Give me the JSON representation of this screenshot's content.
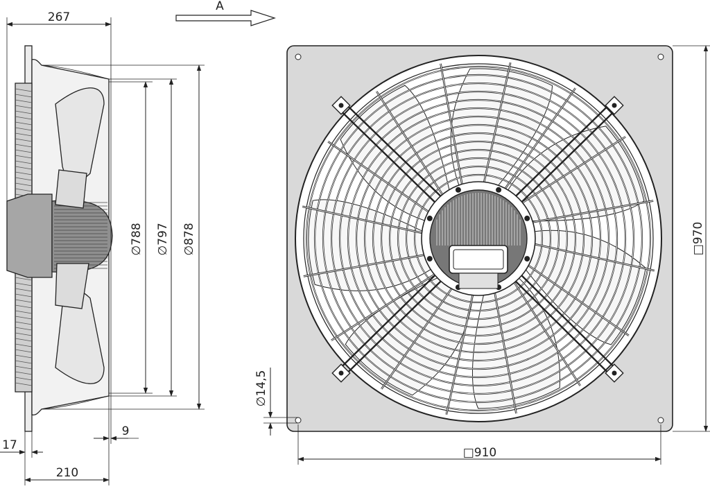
{
  "colors": {
    "line": "#222222",
    "panel_fill": "#d9d9d9",
    "blade_fill": "#ffffff",
    "motor_fill": "#8a8a8a"
  },
  "view_arrow": {
    "label": "A"
  },
  "side_view": {
    "dimensions": {
      "overall_depth": "267",
      "inner_diameter": "788",
      "mid_diameter": "797",
      "outer_diameter": "878",
      "flange_offset": "9",
      "flange_thickness": "17",
      "mount_depth": "210"
    }
  },
  "front_view": {
    "dimensions": {
      "panel_size": "970",
      "hole_pitch": "910",
      "hole_diameter": "14,5"
    }
  }
}
